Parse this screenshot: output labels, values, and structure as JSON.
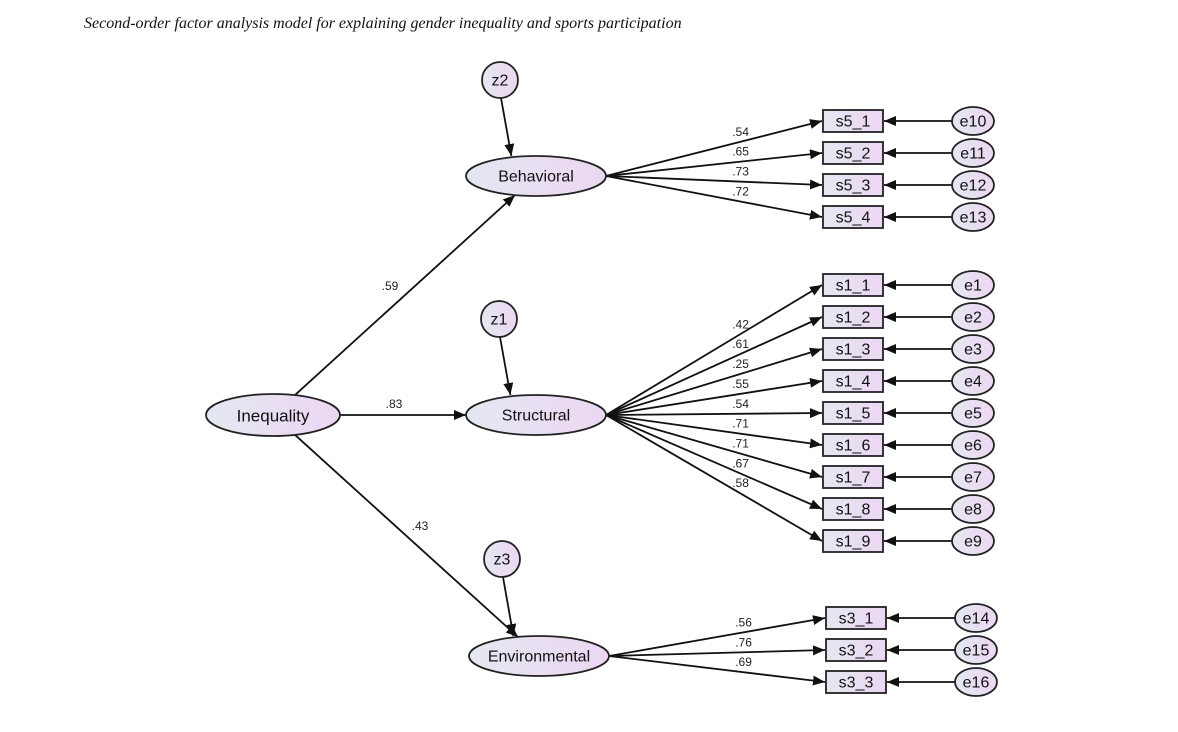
{
  "caption": "Second-order factor analysis model for explaining gender inequality and sports participation",
  "colors": {
    "fill_left": "#e4e8f2",
    "fill_right": "#ecd6f2",
    "stroke": "#222222",
    "edge": "#111111"
  },
  "second_order_factor": {
    "id": "Inequality",
    "label": "Inequality"
  },
  "first_order_factors": [
    {
      "id": "Behavioral",
      "label": "Behavioral",
      "loading": ".59",
      "disturbance": "z2",
      "indicators": [
        {
          "label": "s5_1",
          "loading": ".54",
          "error": "e10"
        },
        {
          "label": "s5_2",
          "loading": ".65",
          "error": "e11"
        },
        {
          "label": "s5_3",
          "loading": ".73",
          "error": "e12"
        },
        {
          "label": "s5_4",
          "loading": ".72",
          "error": "e13"
        }
      ]
    },
    {
      "id": "Structural",
      "label": "Structural",
      "loading": ".83",
      "disturbance": "z1",
      "indicators": [
        {
          "label": "s1_1",
          "loading": ".42",
          "error": "e1"
        },
        {
          "label": "s1_2",
          "loading": ".61",
          "error": "e2"
        },
        {
          "label": "s1_3",
          "loading": ".25",
          "error": "e3"
        },
        {
          "label": "s1_4",
          "loading": ".55",
          "error": "e4"
        },
        {
          "label": "s1_5",
          "loading": ".54",
          "error": "e5"
        },
        {
          "label": "s1_6",
          "loading": ".71",
          "error": "e6"
        },
        {
          "label": "s1_7",
          "loading": ".71",
          "error": "e7"
        },
        {
          "label": "s1_8",
          "loading": ".67",
          "error": "e8"
        },
        {
          "label": "s1_9",
          "loading": ".58",
          "error": "e9"
        }
      ]
    },
    {
      "id": "Environmental",
      "label": "Environmental",
      "loading": ".43",
      "disturbance": "z3",
      "indicators": [
        {
          "label": "s3_1",
          "loading": ".56",
          "error": "e14"
        },
        {
          "label": "s3_2",
          "loading": ".76",
          "error": "e15"
        },
        {
          "label": "s3_3",
          "loading": ".69",
          "error": "e16"
        }
      ]
    }
  ]
}
